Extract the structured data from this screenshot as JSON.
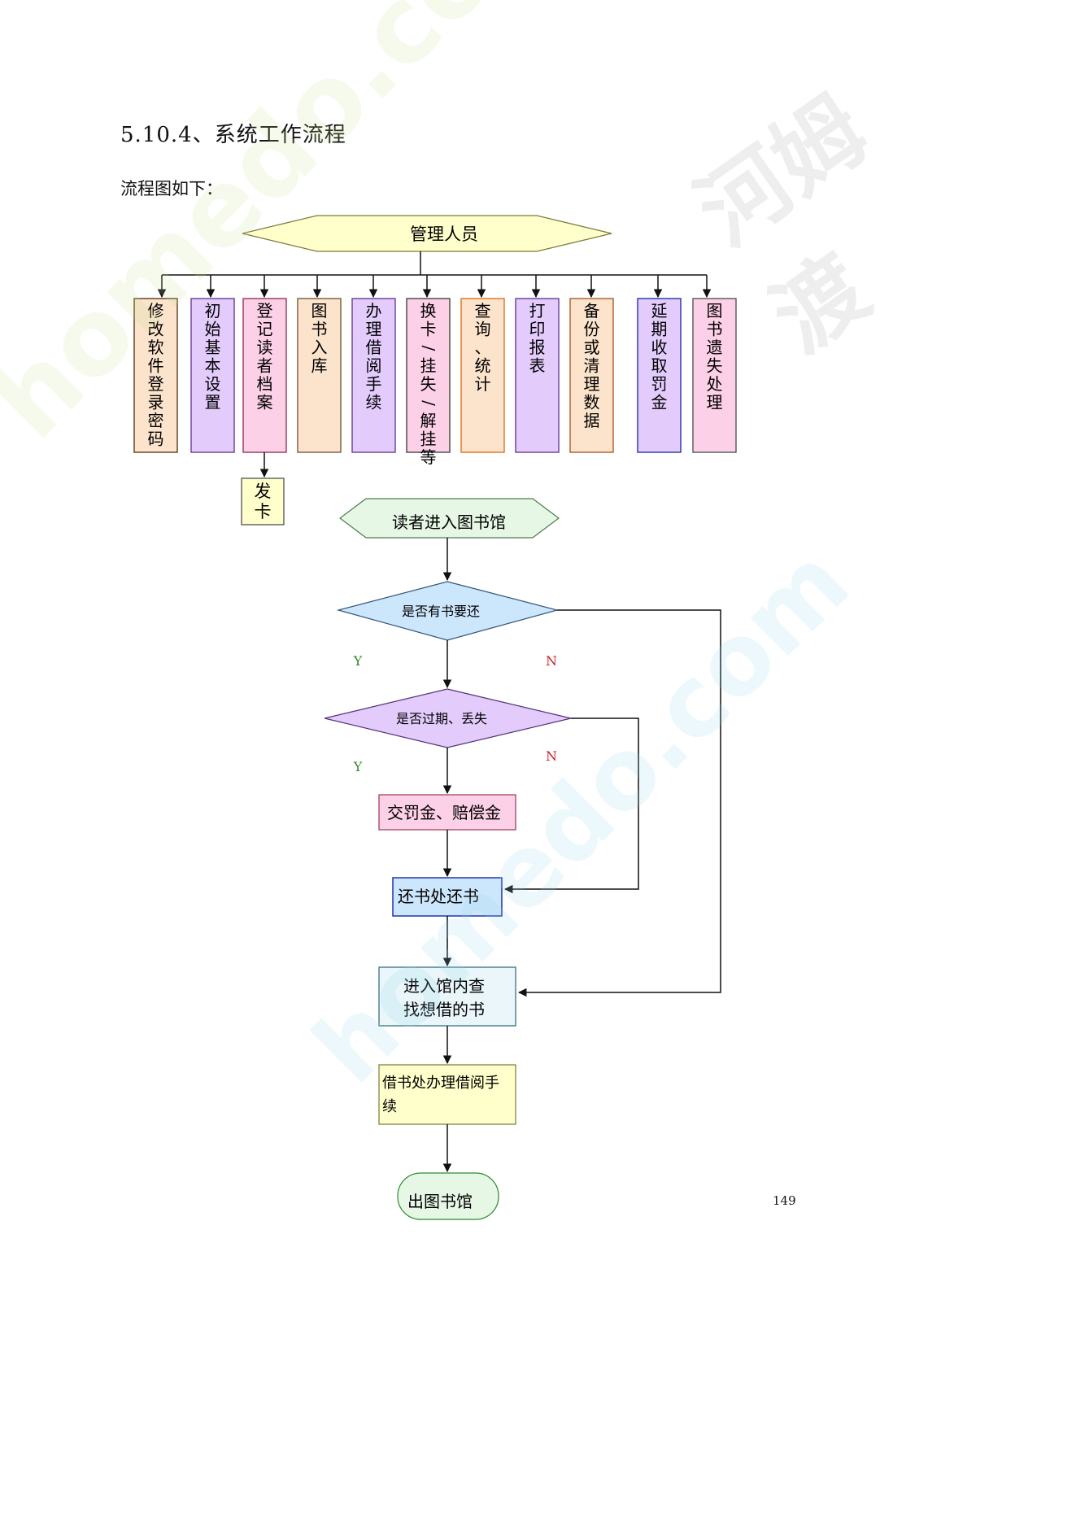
{
  "section_heading": "5.10.4、系统工作流程",
  "subheading": "流程图如下：",
  "page_number": "149",
  "watermark": {
    "text1": "homedo.com",
    "text2": "homedo.com",
    "text3": "河姆渡"
  },
  "admin": {
    "title": "管理人员",
    "functions": [
      "修改软件登录密码",
      "初始基本设置",
      "登记读者档案",
      "图书入库",
      "办理借阅手续",
      "换卡/挂失/解挂等",
      "查询、统计",
      "打印报表",
      "备份或清理数据",
      "延期收取罚金",
      "图书遗失处理"
    ],
    "sub_step": "发卡"
  },
  "reader_flow": {
    "start": "读者进入图书馆",
    "decision_return": "是否有书要还",
    "decision_overdue": "是否过期、丢失",
    "yes_label": "Y",
    "no_label": "N",
    "pay_fine": "交罚金、赔偿金",
    "return_desk": "还书处还书",
    "find_book_line1": "进入馆内查",
    "find_book_line2": "找想借的书",
    "borrow_line1": "借书处办理借阅手",
    "borrow_line2": "续",
    "end": "出图书馆"
  },
  "colors": {
    "hex_fill": "#ffffcc",
    "tan": "#fbe3cc",
    "lavender": "#e3ccfc",
    "pink": "#fcd0e6",
    "light_yellow": "#ffffcc",
    "light_blue": "#cce6fc",
    "decision_blue": "#cce6fc",
    "decision_purple": "#e3ccfc",
    "yes": "#2e8b2e",
    "no": "#cc2222"
  }
}
